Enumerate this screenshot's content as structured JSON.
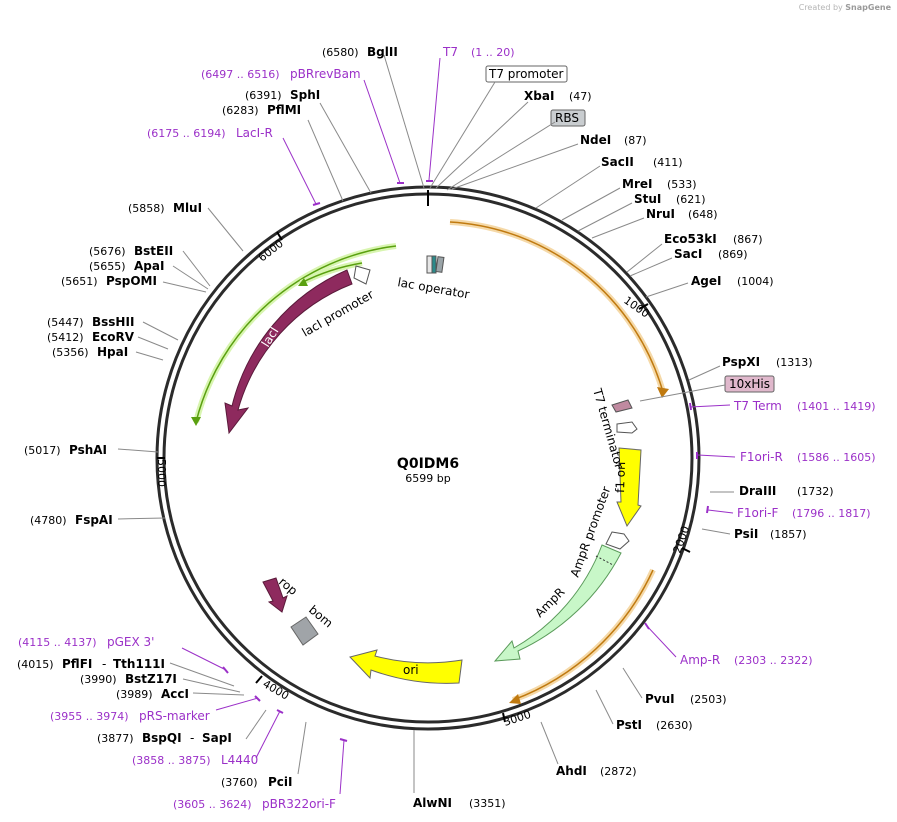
{
  "credit": {
    "prefix": "Created by",
    "brand": "SnapGene"
  },
  "plasmid": {
    "name": "Q0IDM6",
    "length": "6599 bp"
  },
  "ticks": [
    "1000",
    "2000",
    "3000",
    "4000",
    "5000",
    "6000"
  ],
  "enzymes": [
    {
      "name": "BglII",
      "pos": "(6580)"
    },
    {
      "name": "XbaI",
      "pos": "(47)"
    },
    {
      "name": "NdeI",
      "pos": "(87)"
    },
    {
      "name": "SacII",
      "pos": "(411)"
    },
    {
      "name": "MreI",
      "pos": "(533)"
    },
    {
      "name": "StuI",
      "pos": "(621)"
    },
    {
      "name": "NruI",
      "pos": "(648)"
    },
    {
      "name": "Eco53kI",
      "pos": "(867)"
    },
    {
      "name": "SacI",
      "pos": "(869)"
    },
    {
      "name": "AgeI",
      "pos": "(1004)"
    },
    {
      "name": "PspXI",
      "pos": "(1313)"
    },
    {
      "name": "DraIII",
      "pos": "(1732)"
    },
    {
      "name": "PsiI",
      "pos": "(1857)"
    },
    {
      "name": "PvuI",
      "pos": "(2503)"
    },
    {
      "name": "PstI",
      "pos": "(2630)"
    },
    {
      "name": "AhdI",
      "pos": "(2872)"
    },
    {
      "name": "AlwNI",
      "pos": "(3351)"
    },
    {
      "name": "PciI",
      "pos": "(3760)"
    },
    {
      "name": "SapI",
      "pos": "(3877)"
    },
    {
      "name": "BspQI",
      "pos": ""
    },
    {
      "name": "AccI",
      "pos": "(3989)"
    },
    {
      "name": "BstZ17I",
      "pos": "(3990)"
    },
    {
      "name": "Tth111I",
      "pos": ""
    },
    {
      "name": "PflFI",
      "pos": "(4015)"
    },
    {
      "name": "FspAI",
      "pos": "(4780)"
    },
    {
      "name": "PshAI",
      "pos": "(5017)"
    },
    {
      "name": "HpaI",
      "pos": "(5356)"
    },
    {
      "name": "EcoRV",
      "pos": "(5412)"
    },
    {
      "name": "BssHII",
      "pos": "(5447)"
    },
    {
      "name": "PspOMI",
      "pos": "(5651)"
    },
    {
      "name": "ApaI",
      "pos": "(5655)"
    },
    {
      "name": "BstEII",
      "pos": "(5676)"
    },
    {
      "name": "MluI",
      "pos": "(5858)"
    },
    {
      "name": "PflMI",
      "pos": "(6283)"
    },
    {
      "name": "SphI",
      "pos": "(6391)"
    }
  ],
  "primers": [
    {
      "name": "T7",
      "range": "(1 .. 20)"
    },
    {
      "name": "pBRrevBam",
      "range": "(6497 .. 6516)"
    },
    {
      "name": "LacI-R",
      "range": "(6175 .. 6194)"
    },
    {
      "name": "T7 Term",
      "range": "(1401 .. 1419)"
    },
    {
      "name": "F1ori-R",
      "range": "(1586 .. 1605)"
    },
    {
      "name": "F1ori-F",
      "range": "(1796 .. 1817)"
    },
    {
      "name": "Amp-R",
      "range": "(2303 .. 2322)"
    },
    {
      "name": "pBR322ori-F",
      "range": "(3605 .. 3624)"
    },
    {
      "name": "L4440",
      "range": "(3858 .. 3875)"
    },
    {
      "name": "pRS-marker",
      "range": "(3955 .. 3974)"
    },
    {
      "name": "pGEX 3'",
      "range": "(4115 .. 4137)"
    }
  ],
  "boxed_features": {
    "t7_promoter": "T7 promoter",
    "rbs": "RBS",
    "his_tag": "10xHis"
  },
  "features": {
    "lac_operator": "lac operator",
    "laci_promoter": "lacI promoter",
    "laci": "lacI",
    "t7_terminator": "T7 terminator",
    "f1_ori": "f1 ori",
    "ampr_promoter": "AmpR promoter",
    "ampr": "AmpR",
    "ori": "ori",
    "rop": "rop",
    "bom": "bom"
  },
  "colors": {
    "backbone": "#2b2b2b",
    "laci": "#8e2a5e",
    "f1_ori": "#ffff00",
    "ampr": "#c8f7c8",
    "ori": "#ffff00",
    "orf_orange": "#e8a030",
    "orf_green": "#7cc820",
    "primer": "#9b30c8"
  }
}
